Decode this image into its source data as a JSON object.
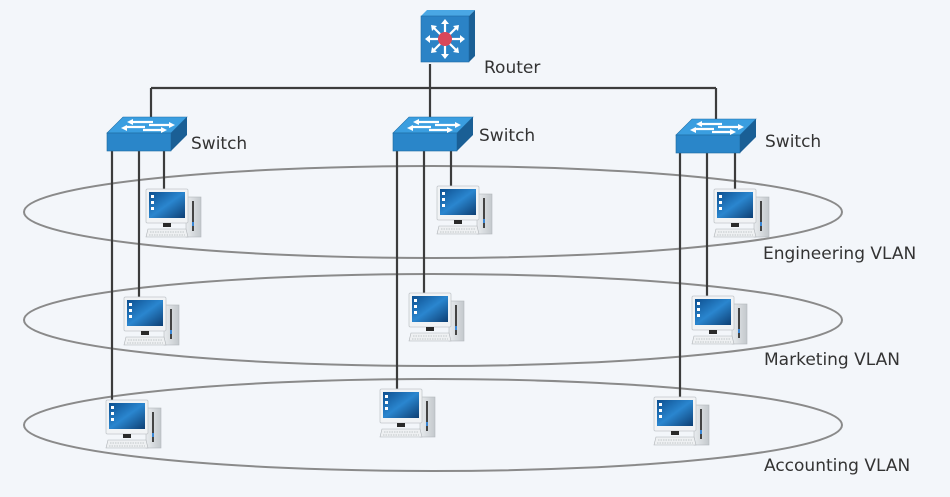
{
  "router": {
    "label": "Router",
    "icon": "router-icon"
  },
  "switches": [
    {
      "label": "Switch",
      "icon": "switch-icon"
    },
    {
      "label": "Switch",
      "icon": "switch-icon"
    },
    {
      "label": "Switch",
      "icon": "switch-icon"
    }
  ],
  "vlans": [
    {
      "label": "Engineering VLAN"
    },
    {
      "label": "Marketing VLAN"
    },
    {
      "label": "Accounting VLAN"
    }
  ],
  "workstation_icon": "desktop-computer-icon",
  "colors": {
    "background": "#f3f6fa",
    "device_blue": "#2b83c6",
    "router_center": "#d9475a",
    "link_line": "#3c3c3c",
    "vlan_outline": "#8a8a8a"
  }
}
